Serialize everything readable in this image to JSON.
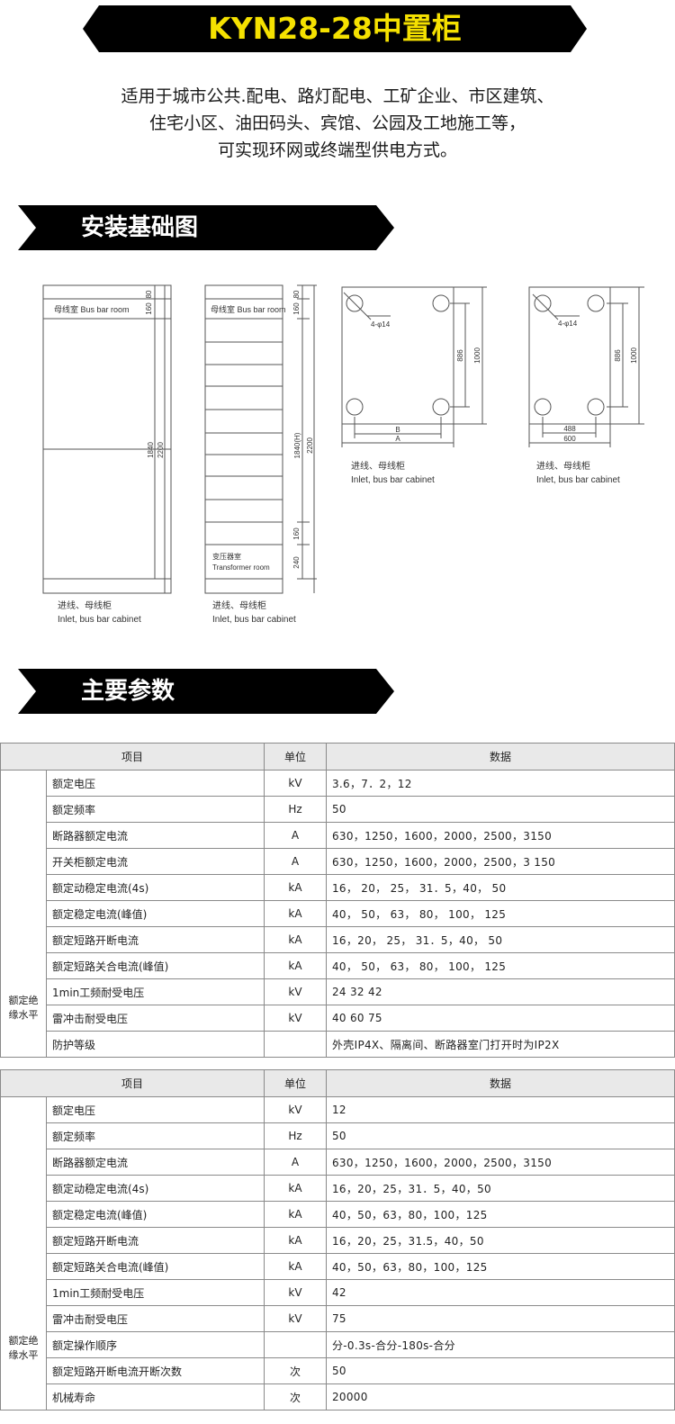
{
  "title": "KYN28-28中置柜",
  "intro": {
    "line1": "适用于城市公共.配电、路灯配电、工矿企业、市区建筑、",
    "line2": "住宅小区、油田码头、宾馆、公园及工地施工等，",
    "line3": "可实现环网或终端型供电方式。"
  },
  "sections": {
    "install": "安装基础图",
    "params": "主要参数"
  },
  "drawing": {
    "cab1": {
      "room": "母线室 Bus bar room",
      "d80": "80",
      "d160": "160",
      "d1840": "1840",
      "d2200": "2200",
      "cap_cn": "进线、母线柜",
      "cap_en": "Inlet, bus bar cabinet"
    },
    "cab2": {
      "room": "母线室 Bus bar room",
      "troom_cn": "变压器室",
      "troom_en": "Transformer room",
      "d80": "80",
      "d160": "160",
      "d1840": "1840(H)",
      "d2200": "2200",
      "d160b": "160",
      "d240": "240",
      "cap_cn": "进线、母线柜",
      "cap_en": "Inlet, bus bar cabinet"
    },
    "base1": {
      "hole": "4-φ14",
      "d886": "886",
      "d1000": "1000",
      "dB": "B",
      "dA": "A",
      "cap_cn": "进线、母线柜",
      "cap_en": "Inlet, bus bar cabinet"
    },
    "base2": {
      "hole": "4-φ14",
      "d886": "886",
      "d1000": "1000",
      "d488": "488",
      "d600": "600",
      "cap_cn": "进线、母线柜",
      "cap_en": "Inlet, bus bar cabinet"
    }
  },
  "table1": {
    "headers": {
      "item": "项目",
      "unit": "单位",
      "value": "数据"
    },
    "group": "额定绝缘水平",
    "rows": [
      {
        "item": "额定电压",
        "unit": "kV",
        "value": "3.6，7．2，12"
      },
      {
        "item": "额定频率",
        "unit": "Hz",
        "value": "50"
      },
      {
        "item": "断路器额定电流",
        "unit": "A",
        "value": "630，1250，1600，2000，2500，3150"
      },
      {
        "item": "开关柜额定电流",
        "unit": "A",
        "value": " 630，1250，1600，2000，2500，3 150"
      },
      {
        "item": "额定动稳定电流(4s)",
        "unit": "kA",
        "value": "16， 20， 25， 31．5，40， 50"
      },
      {
        "item": "额定稳定电流(峰值)",
        "unit": "kA",
        "value": "40， 50， 63， 80， 100， 125"
      },
      {
        "item": "额定短路开断电流",
        "unit": "kA",
        "value": "16，20， 25， 31．5，40， 50"
      },
      {
        "item": "额定短路关合电流(峰值)",
        "unit": "kA",
        "value": "40， 50， 63， 80， 100， 125"
      },
      {
        "item": "1min工频耐受电压",
        "unit": "kV",
        "value": "24  32  42"
      },
      {
        "item": "雷冲击耐受电压",
        "unit": "kV",
        "value": "40  60  75"
      },
      {
        "item": "防护等级",
        "unit": "",
        "value": "外壳IP4X、隔离间、断路器室门打开时为IP2X"
      }
    ]
  },
  "table2": {
    "headers": {
      "item": "项目",
      "unit": "单位",
      "value": "数据"
    },
    "group": "额定绝缘水平",
    "rows": [
      {
        "item": "额定电压",
        "unit": "kV",
        "value": "12"
      },
      {
        "item": "额定频率",
        "unit": "Hz",
        "value": "50"
      },
      {
        "item": "断路器额定电流",
        "unit": "A",
        "value": "630，1250，1600，2000，2500，3150"
      },
      {
        "item": "额定动稳定电流(4s)",
        "unit": "kA",
        "value": "16，20，25，31．5，40，50"
      },
      {
        "item": "额定稳定电流(峰值)",
        "unit": "kA",
        "value": "40，50，63，80，100，125"
      },
      {
        "item": "额定短路开断电流",
        "unit": "kA",
        "value": "16，20，25，31.5，40，50"
      },
      {
        "item": "额定短路关合电流(峰值)",
        "unit": "kA",
        "value": "40，50，63，80，100，125"
      },
      {
        "item": "1min工频耐受电压",
        "unit": "kV",
        "value": "42"
      },
      {
        "item": "雷冲击耐受电压",
        "unit": "kV",
        "value": "75"
      },
      {
        "item": "额定操作顺序",
        "unit": "",
        "value": "分-0.3s-合分-180s-合分"
      },
      {
        "item": "额定短路开断电流开断次数",
        "unit": "次",
        "value": "50"
      },
      {
        "item": "机械寿命",
        "unit": "次",
        "value": "20000"
      }
    ]
  }
}
